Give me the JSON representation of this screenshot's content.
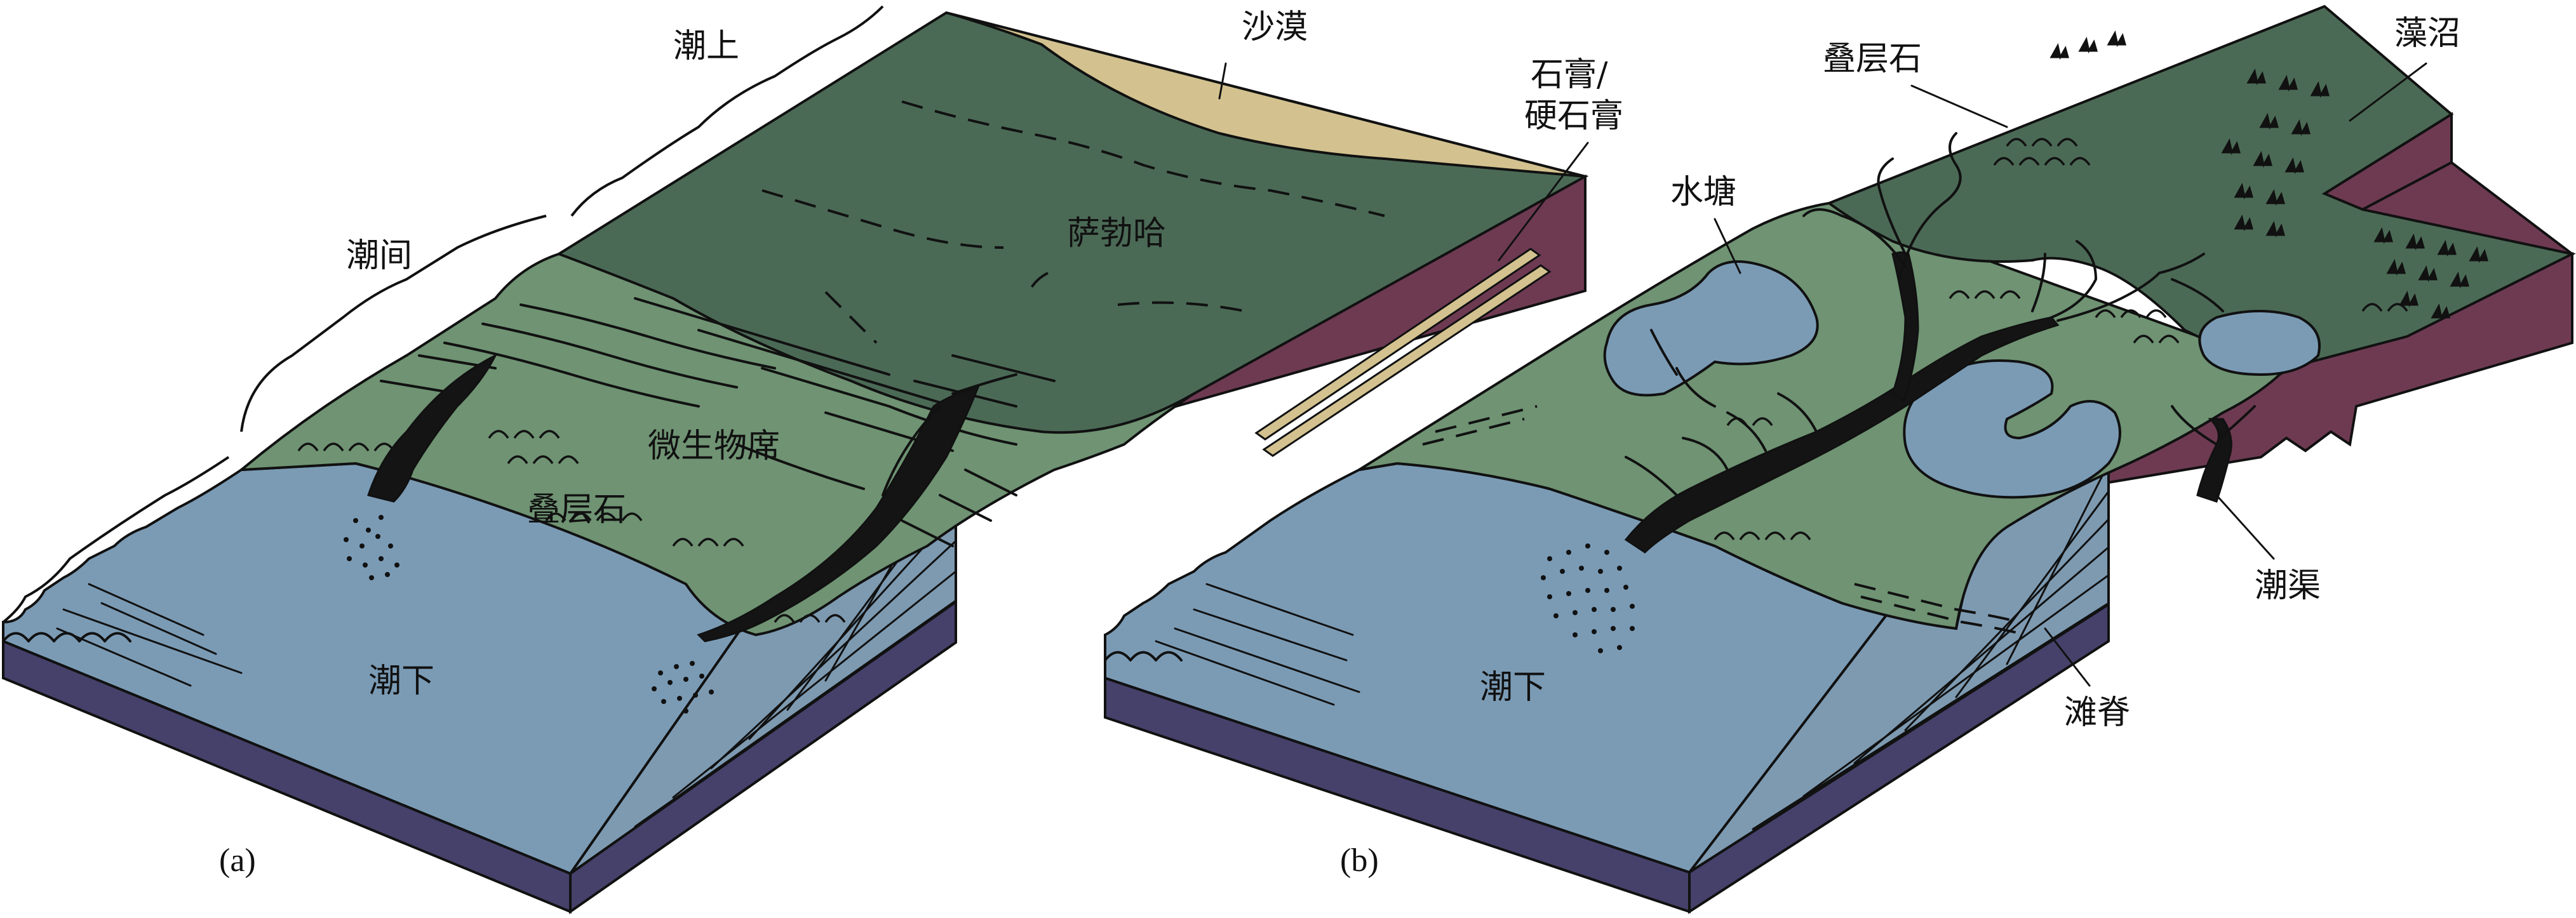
{
  "panels": [
    {
      "id": "a",
      "caption": "(a)",
      "labels": {
        "supratidal": "潮上",
        "intertidal": "潮间",
        "subtidal": "潮下",
        "desert": "沙漠",
        "gypsum": "石膏/",
        "anhydrite": "硬石膏",
        "sabkha": "萨勃哈",
        "microbial_mat": "微生物席",
        "stromatolite": "叠层石"
      }
    },
    {
      "id": "b",
      "caption": "(b)",
      "labels": {
        "stromatolite": "叠层石",
        "algal_marsh": "藻沼",
        "pond": "水塘",
        "subtidal": "潮下",
        "tidal_channel": "潮渠",
        "beach_ridge": "滩脊"
      }
    }
  ],
  "colors": {
    "subtidal_water": "#7b9bb5",
    "intertidal_light_green": "#6f9373",
    "supratidal_dark_green": "#4b6a56",
    "desert_sand": "#d3c28f",
    "base_purple": "#45416a",
    "side_maroon": "#6e3a52"
  }
}
